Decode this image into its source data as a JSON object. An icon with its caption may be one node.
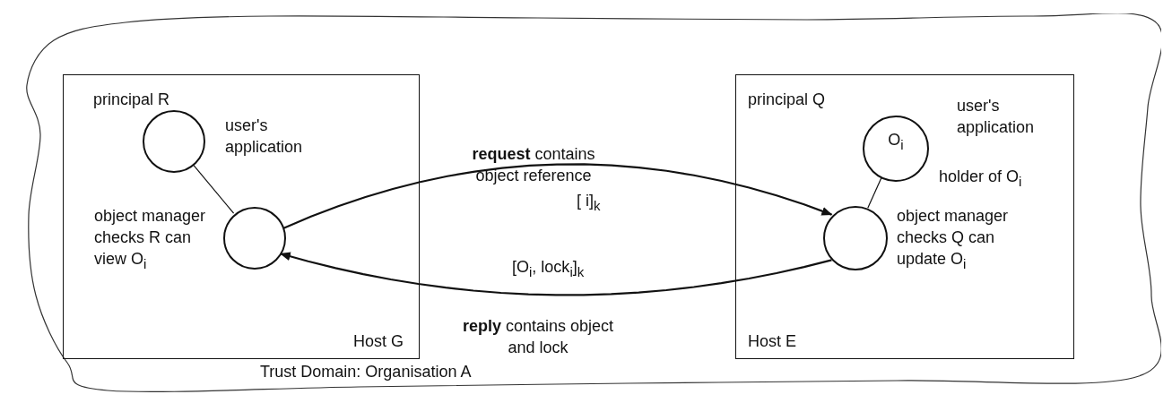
{
  "diagram": {
    "nodes": [
      {
        "text": [
          "Trust Domain: Organisation A"
        ]
      },
      {
        "text": [
          "principal R",
          "Host G"
        ],
        "in": 0
      },
      {
        "text": [],
        "shape": "circle",
        "beside": [
          "user's application"
        ],
        "in": 1
      },
      {
        "text": [],
        "shape": "circle",
        "beside": [
          "object manager checks R can view O$_{i}$"
        ],
        "in": 1
      },
      {
        "text": [
          "principal Q",
          "Host E"
        ],
        "in": 0
      },
      {
        "text": [
          "O$_{i}$"
        ],
        "beside": [
          "user's application",
          "holder of O$_{i}$"
        ],
        "in": 4
      },
      {
        "text": [],
        "shape": "circle",
        "beside": [
          "object manager checks Q can update O$_{i}$"
        ],
        "in": 4
      }
    ],
    "edges": [
      {
        "from": 2,
        "to": 3,
        "arrow": "none"
      },
      {
        "from": 5,
        "to": 6,
        "arrow": "none"
      },
      {
        "from": 3,
        "to": 6,
        "arrow": "to",
        "label": "[ i]$_{k}$"
      },
      {
        "from": 6,
        "to": 3,
        "arrow": "to",
        "label": "[O$_{i}$, lock$_{i}$]$_{k}$"
      }
    ],
    "labels": [
      "**request** contains object reference",
      "**reply** contains object and lock"
    ]
  }
}
